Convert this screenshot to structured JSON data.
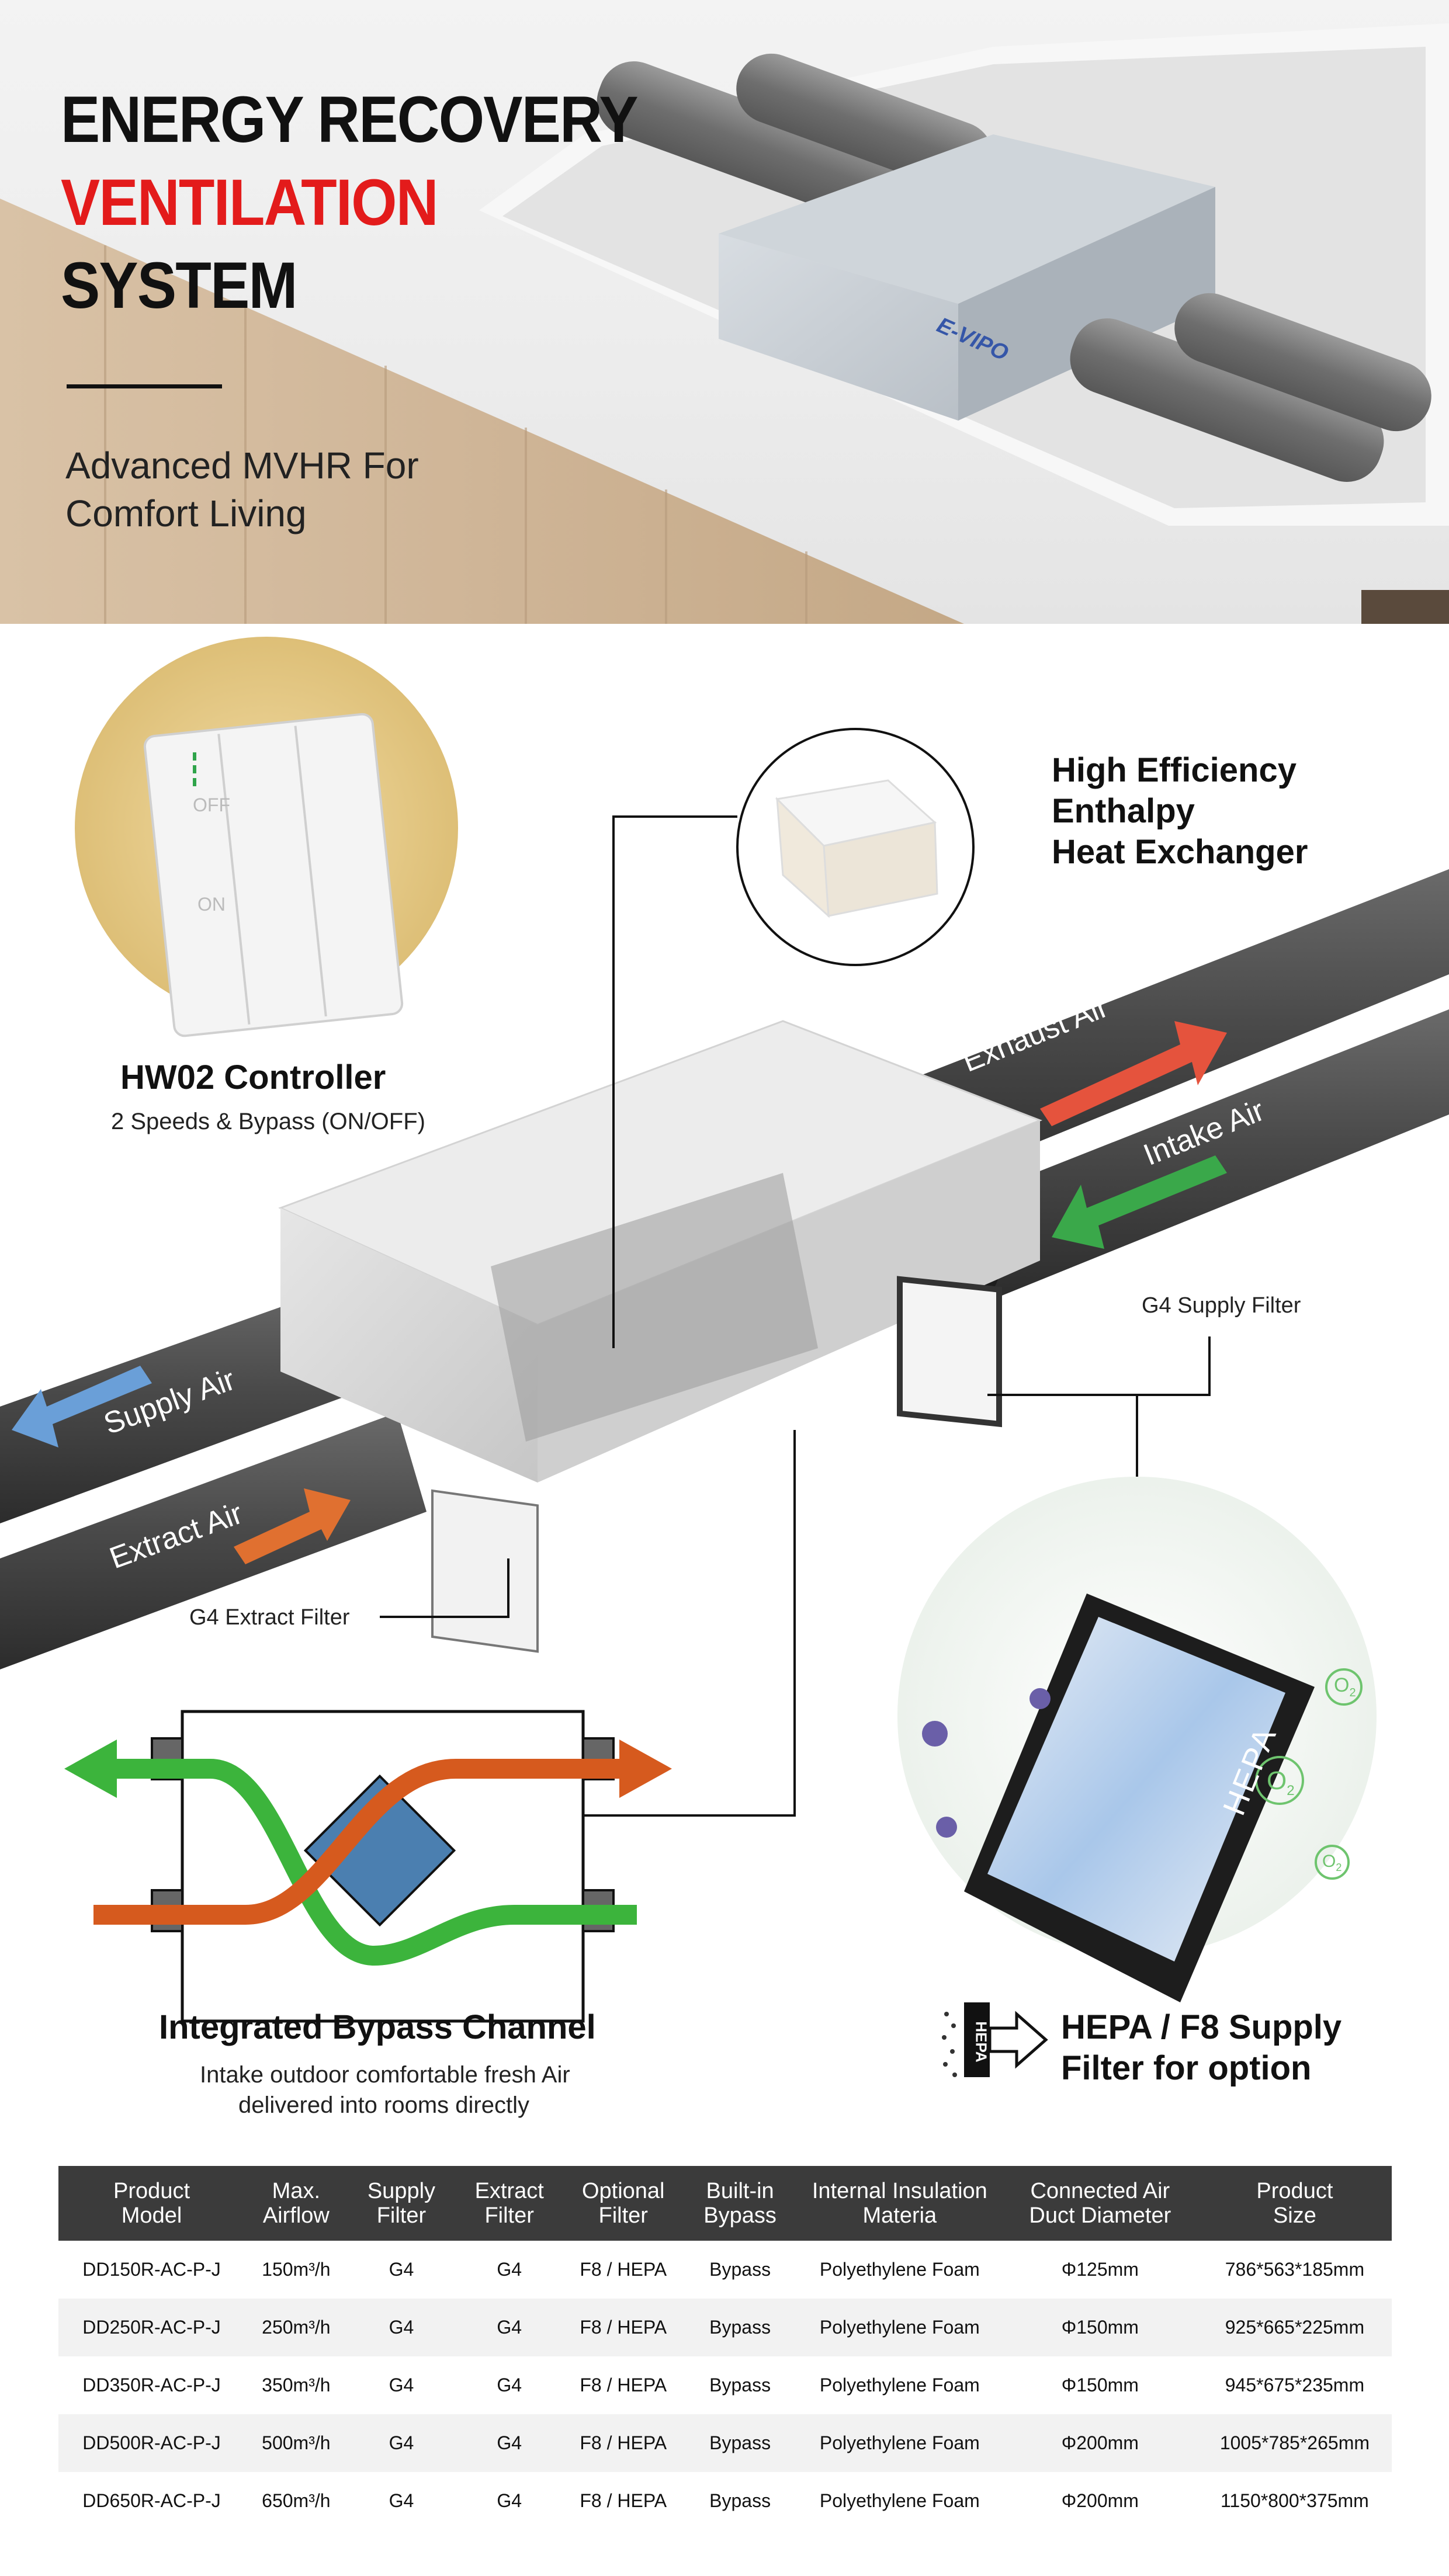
{
  "hero": {
    "title_line1": "ENERGY RECOVERY",
    "title_line2": "VENTILATION",
    "title_line3": "SYSTEM",
    "subtitle_line1": "Advanced MVHR For",
    "subtitle_line2": "Comfort Living",
    "brand_logo": "E-VIPO",
    "accent_color": "#e31b1b"
  },
  "controller": {
    "title": "HW02 Controller",
    "subtitle": "2 Speeds & Bypass (ON/OFF)",
    "panel_off": "OFF",
    "panel_on": "ON"
  },
  "heat_exchanger": {
    "line1": "High Efficiency",
    "line2": "Enthalpy",
    "line3": "Heat Exchanger"
  },
  "airflow": {
    "exhaust": "Exhaust Air",
    "intake": "Intake Air",
    "supply": "Supply Air",
    "extract": "Extract Air",
    "colors": {
      "red": "#e5533d",
      "green": "#3aa84a",
      "blue": "#6a9fd8",
      "orange": "#e07030"
    }
  },
  "filters": {
    "supply": "G4 Supply Filter",
    "extract": "G4 Extract Filter"
  },
  "bypass": {
    "title": "Integrated Bypass Channel",
    "desc_line1": "Intake outdoor comfortable fresh Air",
    "desc_line2": "delivered into rooms directly"
  },
  "hepa": {
    "filter_label": "HEPA",
    "icon_label": "HEPA",
    "line1": "HEPA / F8 Supply",
    "line2": "Filter for option",
    "o2": "O",
    "o2_sub": "2"
  },
  "table": {
    "headers": [
      [
        "Product",
        "Model"
      ],
      [
        "Max.",
        "Airflow"
      ],
      [
        "Supply",
        "Filter"
      ],
      [
        "Extract",
        "Filter"
      ],
      [
        "Optional",
        "Filter"
      ],
      [
        "Built-in",
        "Bypass"
      ],
      [
        "Internal Insulation",
        "Materia"
      ],
      [
        "Connected Air",
        "Duct Diameter"
      ],
      [
        "Product",
        "Size"
      ]
    ],
    "rows": [
      [
        "DD150R-AC-P-J",
        "150m³/h",
        "G4",
        "G4",
        "F8 / HEPA",
        "Bypass",
        "Polyethylene Foam",
        "Φ125mm",
        "786*563*185mm"
      ],
      [
        "DD250R-AC-P-J",
        "250m³/h",
        "G4",
        "G4",
        "F8 / HEPA",
        "Bypass",
        "Polyethylene Foam",
        "Φ150mm",
        "925*665*225mm"
      ],
      [
        "DD350R-AC-P-J",
        "350m³/h",
        "G4",
        "G4",
        "F8 / HEPA",
        "Bypass",
        "Polyethylene Foam",
        "Φ150mm",
        "945*675*235mm"
      ],
      [
        "DD500R-AC-P-J",
        "500m³/h",
        "G4",
        "G4",
        "F8 / HEPA",
        "Bypass",
        "Polyethylene Foam",
        "Φ200mm",
        "1005*785*265mm"
      ],
      [
        "DD650R-AC-P-J",
        "650m³/h",
        "G4",
        "G4",
        "F8 / HEPA",
        "Bypass",
        "Polyethylene Foam",
        "Φ200mm",
        "1150*800*375mm"
      ]
    ]
  }
}
